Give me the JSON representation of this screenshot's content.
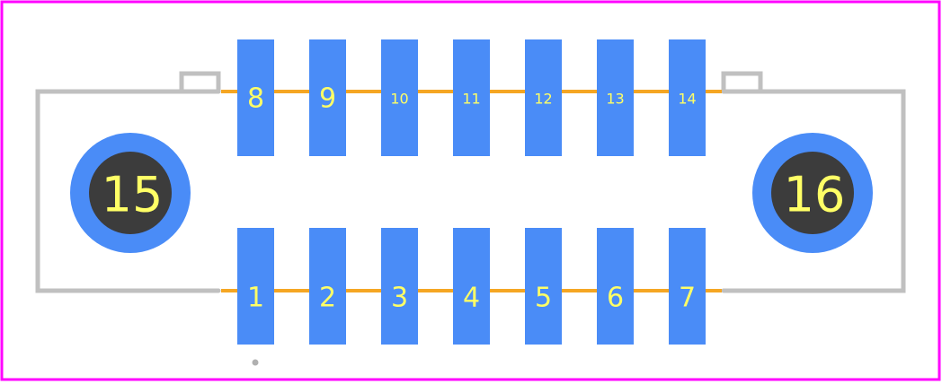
{
  "colors": {
    "board_outline": "#ff00ff",
    "silkscreen": "#c0c0c0",
    "pad": "#4a8cf7",
    "hole_ring": "#4a8cf7",
    "hole_drill": "#3c3c3c",
    "trace": "#f5a623",
    "label": "#ffff66"
  },
  "top_row": {
    "pads": [
      {
        "label": "8"
      },
      {
        "label": "9"
      },
      {
        "label": "10"
      },
      {
        "label": "11"
      },
      {
        "label": "12"
      },
      {
        "label": "13"
      },
      {
        "label": "14"
      }
    ]
  },
  "bottom_row": {
    "pads": [
      {
        "label": "1"
      },
      {
        "label": "2"
      },
      {
        "label": "3"
      },
      {
        "label": "4"
      },
      {
        "label": "5"
      },
      {
        "label": "6"
      },
      {
        "label": "7"
      }
    ]
  },
  "mounting_holes": [
    {
      "label": "15"
    },
    {
      "label": "16"
    }
  ]
}
